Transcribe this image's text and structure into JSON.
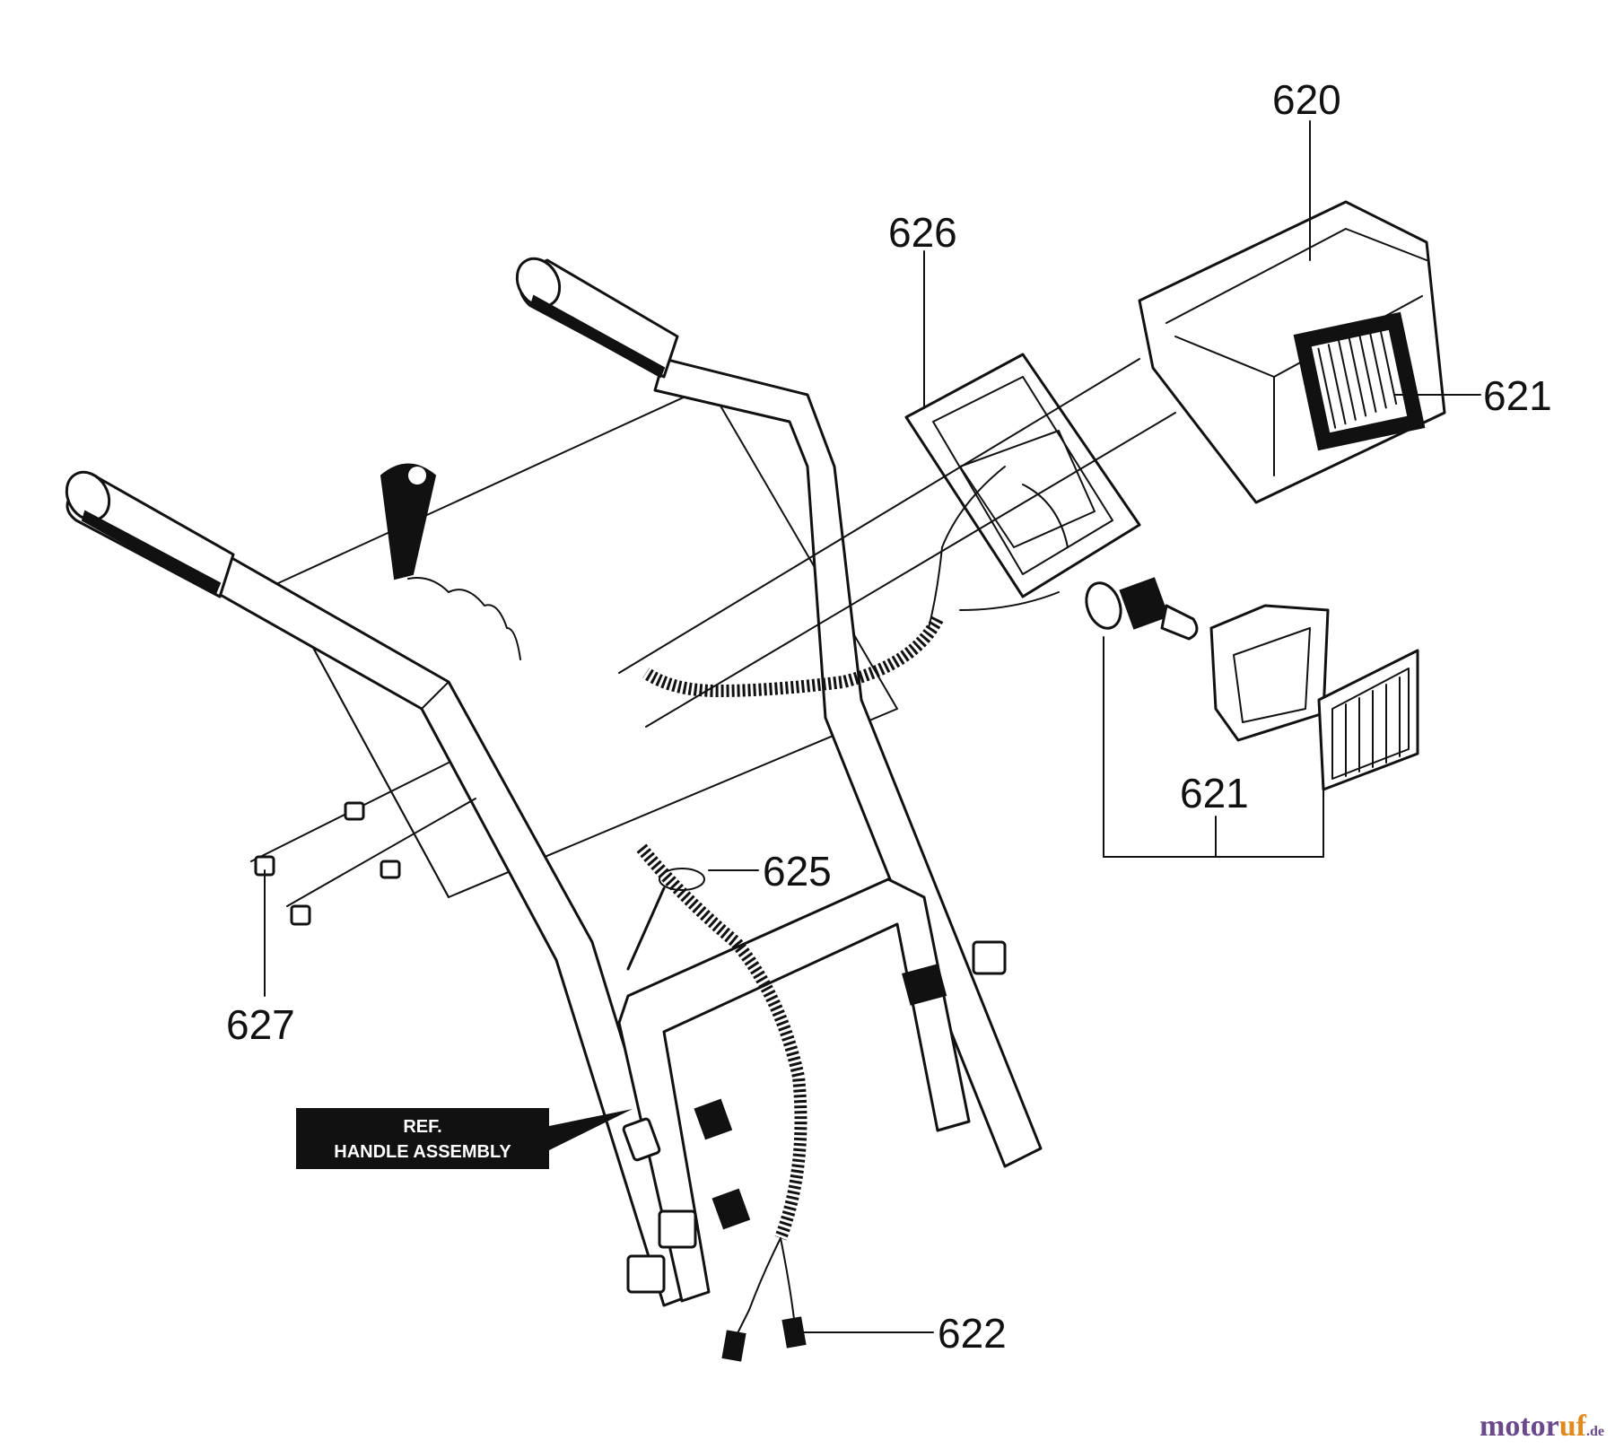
{
  "callouts": {
    "c620": "620",
    "c621_lens": "621",
    "c621_group": "621",
    "c622": "622",
    "c625": "625",
    "c626": "626",
    "c627": "627"
  },
  "ref_box": {
    "line1": "REF.",
    "line2": "HANDLE ASSEMBLY"
  },
  "watermark": {
    "text_main": "motor",
    "text_accent": "uf",
    "text_suffix": ".de"
  }
}
